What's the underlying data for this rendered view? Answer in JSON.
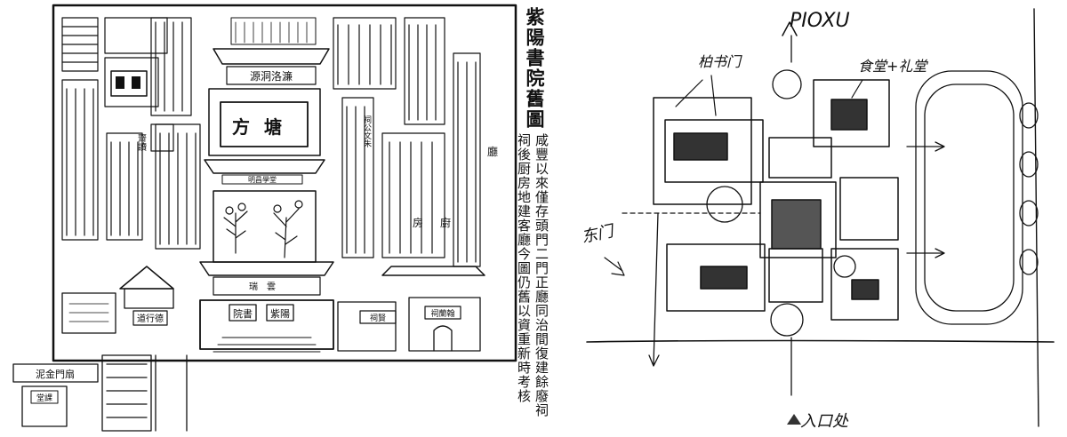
{
  "left_plan": {
    "title": "紫陽書院舊圖",
    "caption_lines": [
      "咸豐以來僅存頭門二門正廳同治間復建餘廢祠",
      "祠後厨房地建客廳今圖仍舊以資重新時考核"
    ],
    "labels": {
      "top_gate": "源洞洛濂",
      "fangtang": "方塘",
      "inner_plaque": "明昌學堂",
      "hall_plaque": "瑞雲",
      "main_gate_left": "院書",
      "main_gate_right": "紫陽",
      "side_gate_left": "道行德",
      "side_gate_right": "祠賢",
      "far_right_gate": "祠蘭翰",
      "left_inscription": "齋讀",
      "right_vertical": "祠公文朱",
      "kitchen": "廚",
      "room": "房",
      "corner_room": "廳",
      "bottom_left_sign": "泥金門扇",
      "bottom_left_plaque": "堂課"
    }
  },
  "right_sketch": {
    "top_label": "PIOXU",
    "note_left": "柏书门",
    "note_right": "食堂+礼堂",
    "side_note": "东门",
    "bottom_label": "入口处"
  }
}
